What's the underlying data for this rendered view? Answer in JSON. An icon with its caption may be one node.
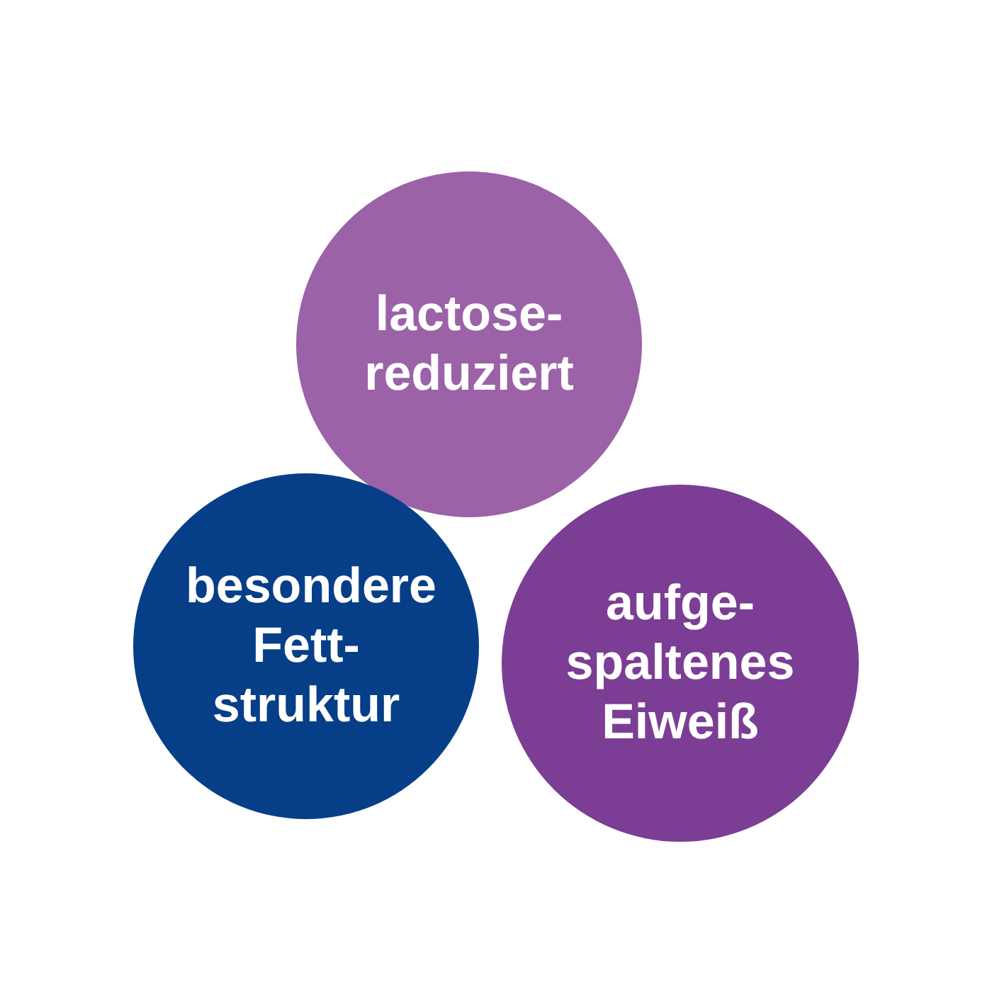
{
  "diagram": {
    "nodes": [
      {
        "text": [
          "lactose-reduziert"
        ]
      },
      {
        "text": [
          "besondere Fett-struktur"
        ]
      },
      {
        "text": [
          "aufge-spaltenes Eiweiß"
        ]
      }
    ]
  }
}
